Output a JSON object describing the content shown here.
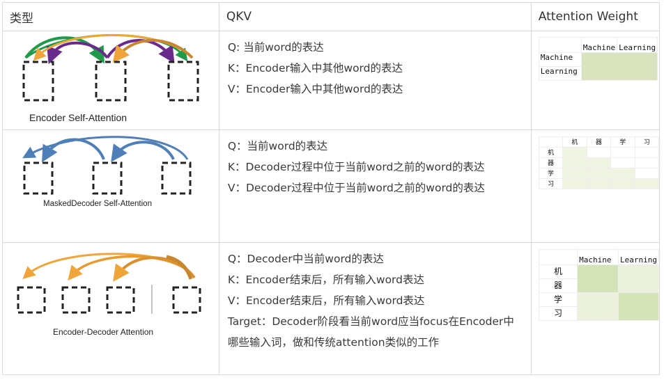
{
  "header": {
    "col1": "类型",
    "col2": "QKV",
    "col3": "Attention Weight"
  },
  "rows": [
    {
      "type_caption": "Encoder Self-Attention",
      "qkv": [
        "Q: 当前word的表达",
        "K：Encoder输入中其他word的表达",
        "V：Encoder输入中其他word的表达"
      ],
      "weights": {
        "cols": [
          "Machine",
          "Learning"
        ],
        "rows": [
          "Machine",
          "Learning"
        ],
        "color": "#d9e4bf"
      },
      "arrow_colors": [
        "#1e9a4a",
        "#f0a53a",
        "#6a2a8c",
        "#c8862e"
      ]
    },
    {
      "type_caption": "MaskedDecoder Self-Attention",
      "qkv": [
        "Q：当前word的表达",
        "K：Decoder过程中位于当前word之前的word的表达",
        "V：Decoder过程中位于当前word之前的word的表达"
      ],
      "weights": {
        "cols": [
          "机",
          "器",
          "学",
          "习"
        ],
        "rows": [
          "机",
          "器",
          "学",
          "习"
        ],
        "color": "#eef3e2"
      },
      "arrow_colors": [
        "#4f7fb8"
      ]
    },
    {
      "type_caption": "Encoder-Decoder Attention",
      "qkv": [
        "Q：Decoder中当前word的表达",
        "K：Encoder结束后，所有输入word表达",
        "V：Encoder结束后，所有输入word表达",
        "Target：Decoder阶段看当前word应当focus在Encoder中哪些输入词，做和传统attention类似的工作"
      ],
      "weights": {
        "cols": [
          "Machine",
          "Learning"
        ],
        "rows": [
          "机",
          "器",
          "学",
          "习"
        ],
        "strong_color": "#d5e3b8",
        "weak_color": "#ebf1dc"
      },
      "arrow_colors": [
        "#f0a53a",
        "#c8862e"
      ]
    }
  ]
}
